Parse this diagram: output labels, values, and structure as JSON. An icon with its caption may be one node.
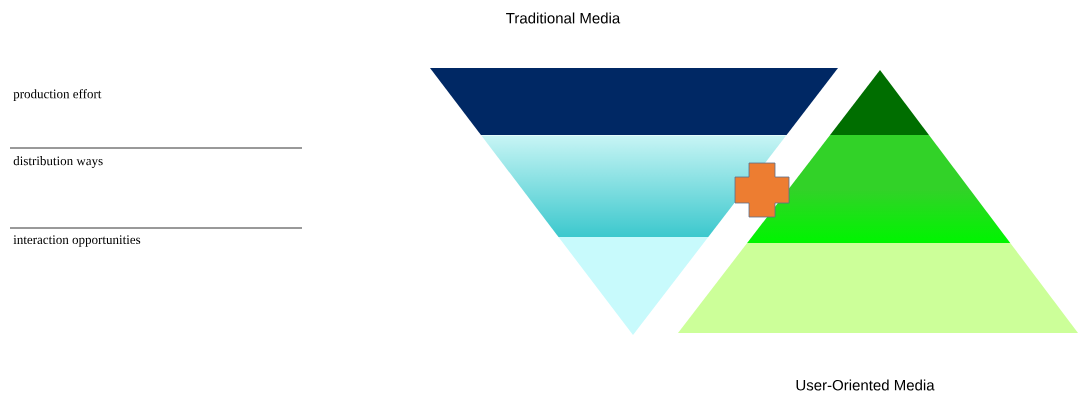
{
  "diagram": {
    "labels": [
      "Traditional Media",
      "production effort",
      "distribution ways",
      "interaction opportunities",
      "User-Oriented Media"
    ]
  }
}
